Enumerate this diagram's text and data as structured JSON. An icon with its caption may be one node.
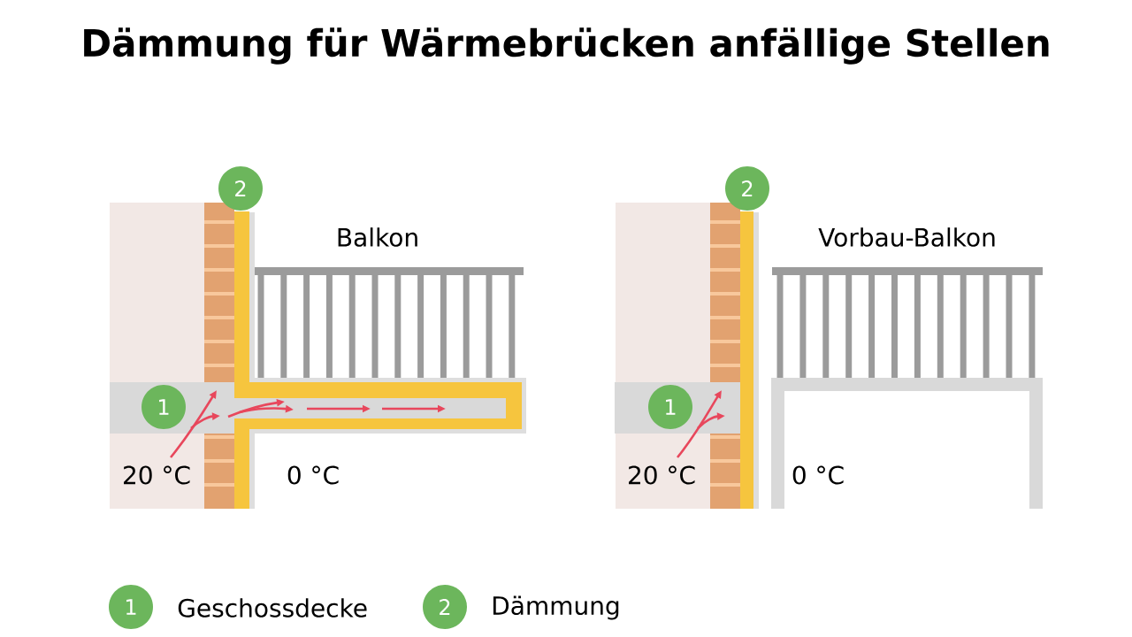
{
  "diagram": {
    "title": "Dämmung für Wärmebrücken anfällige Stellen",
    "nodes": [
      {
        "text": [
          "2"
        ]
      },
      {
        "text": [
          "1"
        ]
      },
      {
        "text": [
          "2"
        ]
      },
      {
        "text": [],
        "shape": "bar"
      },
      {
        "text": [
          "1"
        ]
      },
      {
        "text": [
          "1"
        ],
        "beside": [
          "Geschossdecke"
        ]
      },
      {
        "text": [
          "2"
        ],
        "beside": [
          "Dämmung"
        ]
      }
    ],
    "labels": [
      "Balkon",
      "20 °C",
      "0 °C",
      "Vorbau-Balkon",
      "20 °C",
      "0 °C"
    ]
  }
}
